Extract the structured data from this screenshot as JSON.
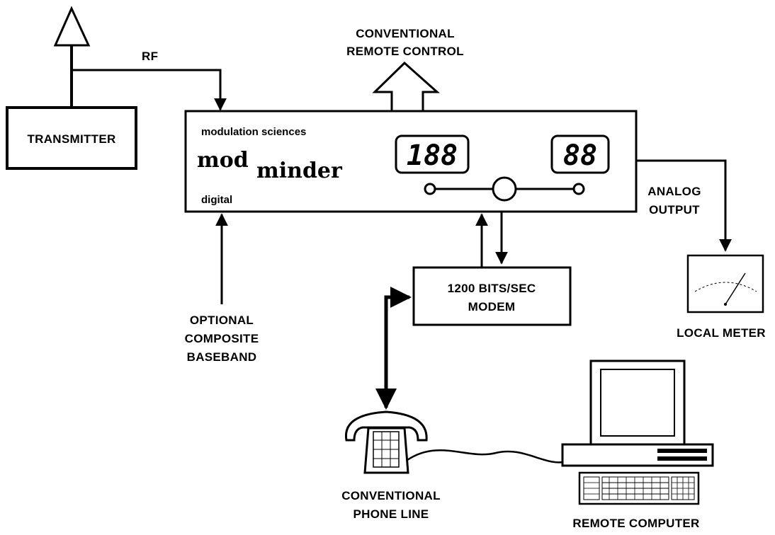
{
  "labels": {
    "rf": "RF",
    "transmitter": "TRANSMITTER",
    "conventional_remote_control": [
      "CONVENTIONAL",
      "REMOTE CONTROL"
    ],
    "brand_top": "modulation sciences",
    "brand_mod": "mod",
    "brand_minder": "minder",
    "brand_bottom": "digital",
    "display_left": "188",
    "display_right": "88",
    "analog_output": [
      "ANALOG",
      "OUTPUT"
    ],
    "local_meter": "LOCAL METER",
    "modem": [
      "1200 BITS/SEC",
      "MODEM"
    ],
    "optional_baseband": [
      "OPTIONAL",
      "COMPOSITE",
      "BASEBAND"
    ],
    "phone_line": [
      "CONVENTIONAL",
      "PHONE LINE"
    ],
    "remote_computer": "REMOTE COMPUTER"
  },
  "colors": {
    "ink": "#000000",
    "paper": "#ffffff"
  },
  "icons": [
    "antenna-icon",
    "telephone-icon",
    "computer-icon",
    "meter-icon"
  ]
}
